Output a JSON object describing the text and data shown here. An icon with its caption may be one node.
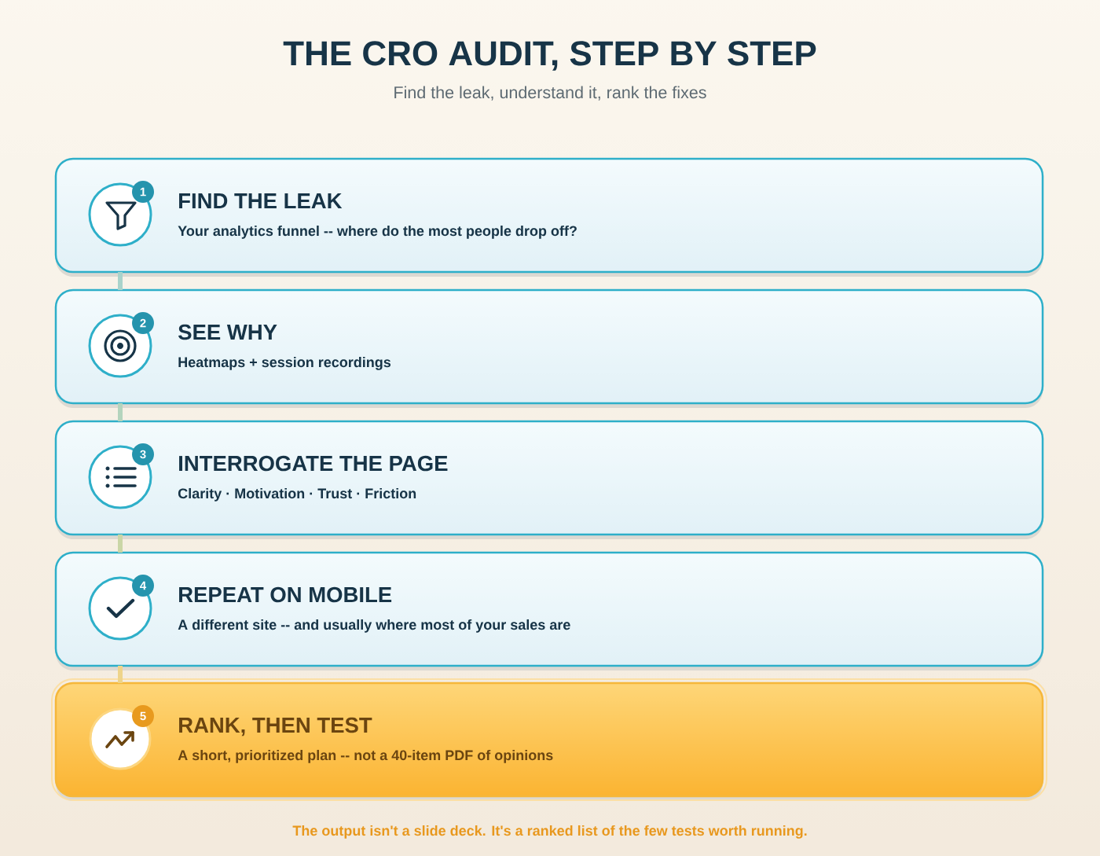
{
  "diagram": {
    "title": "THE CRO AUDIT, STEP BY STEP",
    "caption": "The output isn't a slide deck. It's a ranked list of the few tests worth running.",
    "nodes": [
      {
        "text": [
          "FIND THE LEAK",
          "Your analytics funnel -- where do the most people drop off?"
        ]
      },
      {
        "text": [
          "1"
        ],
        "in": 0
      },
      {
        "text": [
          "SEE WHY",
          "Heatmaps + session recordings"
        ]
      },
      {
        "text": [
          "2"
        ],
        "in": 2
      },
      {
        "text": [
          "INTERROGATE THE PAGE",
          "Clarity · Motivation · Trust · Friction"
        ]
      },
      {
        "text": [
          "3"
        ],
        "in": 4
      },
      {
        "text": [
          "REPEAT ON MOBILE",
          "A different site -- and usually where most of your sales are"
        ]
      },
      {
        "text": [
          "4"
        ],
        "in": 6
      },
      {
        "text": [
          "RANK, THEN TEST",
          "A short, prioritized plan -- not a 40-item PDF of opinions"
        ]
      },
      {
        "text": [
          "5"
        ],
        "in": 8
      }
    ],
    "edges": [
      {
        "from": 0,
        "to": 2,
        "arrow": "none",
        "color": "#a9d3cb"
      },
      {
        "from": 2,
        "to": 4,
        "arrow": "none",
        "color": "#b4d4bd"
      },
      {
        "from": 4,
        "to": 6,
        "arrow": "none",
        "color": "#cad6a6"
      },
      {
        "from": 6,
        "to": 8,
        "arrow": "none",
        "color": "#eed48a"
      }
    ],
    "labels": [
      "Find the leak, understand it, rank the fixes"
    ]
  }
}
